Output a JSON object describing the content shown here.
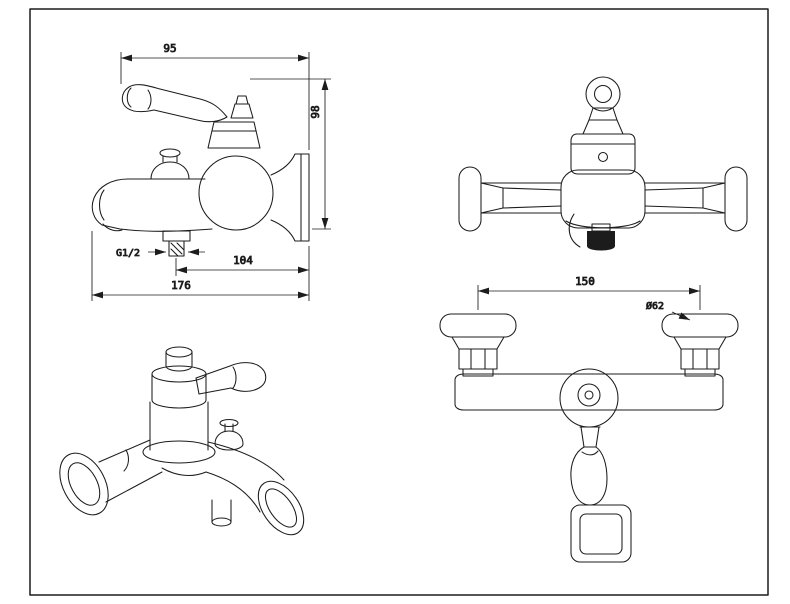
{
  "drawing": {
    "background": "#ffffff",
    "line_color": "#1c1c1c",
    "dimensions": {
      "d95": "95",
      "d98": "98",
      "thread": "G1/2",
      "d104": "104",
      "d176": "176",
      "d150": "150",
      "d62": "Ø62"
    }
  }
}
